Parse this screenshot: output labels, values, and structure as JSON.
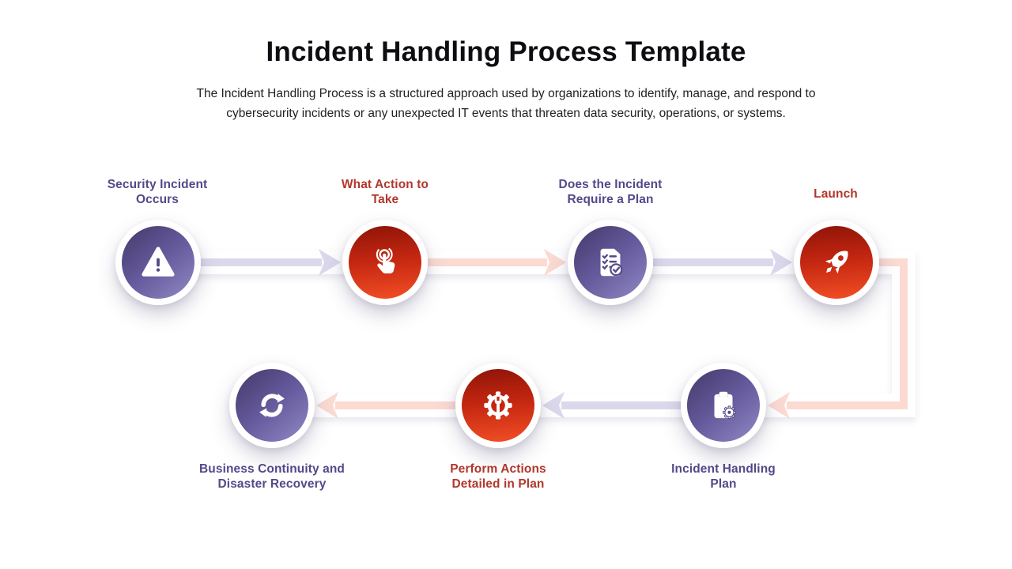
{
  "colors": {
    "title-text": "#0d0d12",
    "body-text": "#212126",
    "purple-text": "#55488a",
    "red-text": "#b2372b",
    "node-purple-dark": "#483b6e",
    "node-purple-light": "#9189c5",
    "node-red-dark": "#911508",
    "node-red-light": "#ef4c24",
    "arrow-purple": "#dcd8ec",
    "arrow-pink": "#fbdad2",
    "icon-accent-purple": "#564a87",
    "icon-accent-red": "#c52711"
  },
  "header": {
    "title": "Incident Handling Process Template",
    "subtitle_line1": "The Incident Handling Process is a structured approach used by organizations to identify, manage, and respond to",
    "subtitle_line2": "cybersecurity incidents or any unexpected IT events that threaten data security, operations, or systems."
  },
  "nodes": [
    {
      "id": "security-incident-occurs",
      "label_line1": "Security Incident",
      "label_line2": "Occurs",
      "theme": "purple",
      "icon": "warning-triangle-icon"
    },
    {
      "id": "what-action-to-take",
      "label_line1": "What Action to",
      "label_line2": "Take",
      "theme": "red",
      "icon": "tap-icon"
    },
    {
      "id": "does-the-incident-require-a-plan",
      "label_line1": "Does the Incident",
      "label_line2": "Require a Plan",
      "theme": "purple",
      "icon": "checklist-icon"
    },
    {
      "id": "launch",
      "label_line1": "Launch",
      "label_line2": "",
      "theme": "red",
      "icon": "rocket-icon"
    },
    {
      "id": "incident-handling-plan",
      "label_line1": "Incident Handling",
      "label_line2": "Plan",
      "theme": "purple",
      "icon": "clipboard-gear-icon"
    },
    {
      "id": "perform-actions-detailed-in-plan",
      "label_line1": "Perform Actions",
      "label_line2": "Detailed in Plan",
      "theme": "red",
      "icon": "gear-wrench-icon"
    },
    {
      "id": "business-continuity-and-disaster-recovery",
      "label_line1": "Business Continuity and",
      "label_line2": "Disaster Recovery",
      "theme": "purple",
      "icon": "sync-icon"
    }
  ],
  "connectors": [
    {
      "from": "security-incident-occurs",
      "to": "what-action-to-take",
      "color": "lavender",
      "direction": "right"
    },
    {
      "from": "what-action-to-take",
      "to": "does-the-incident-require-a-plan",
      "color": "pink",
      "direction": "right"
    },
    {
      "from": "does-the-incident-require-a-plan",
      "to": "launch",
      "color": "lavender",
      "direction": "right"
    },
    {
      "from": "launch",
      "to": "incident-handling-plan",
      "color": "pink",
      "direction": "elbow-right-down-left"
    },
    {
      "from": "incident-handling-plan",
      "to": "perform-actions-detailed-in-plan",
      "color": "lavender",
      "direction": "left"
    },
    {
      "from": "perform-actions-detailed-in-plan",
      "to": "business-continuity-and-disaster-recovery",
      "color": "pink",
      "direction": "left"
    }
  ]
}
